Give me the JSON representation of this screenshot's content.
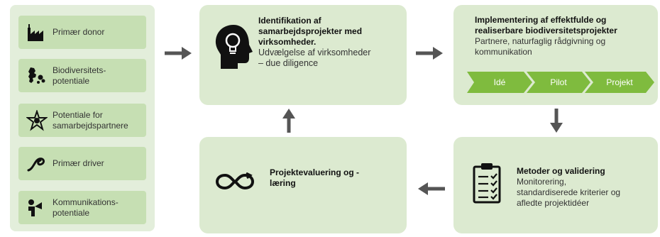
{
  "left_items": [
    {
      "label": "Primær donor",
      "icon": "factory-icon"
    },
    {
      "label": "Biodiversitets-\npotentiale",
      "icon": "denmark-map-icon"
    },
    {
      "label": "Potentiale for\nsamarbejdspartnere",
      "icon": "network-star-icon"
    },
    {
      "label": "Primær driver",
      "icon": "rope-icon"
    },
    {
      "label": "Kommunikations-\npotentiale",
      "icon": "speaker-icon"
    }
  ],
  "identify_box": {
    "title": "Identifikation af\nsamarbejdsprojekter med\nvirksomheder.",
    "body": "Udvælgelse af virksomheder\n– due diligence",
    "icon": "head-lightbulb-icon"
  },
  "implement_box": {
    "title": "Implementering af effektfulde og\nrealiserbare biodiversitetsprojekter",
    "body": "Partnere, naturfaglig rådgivning og\nkommunikation",
    "stages": [
      "Idé",
      "Pilot",
      "Projekt"
    ],
    "stage_color": "#7fbb3e"
  },
  "methods_box": {
    "title": "Metoder og validering",
    "body": "Monitorering,\nstandardiserede kriterier og\nafledte projektidéer",
    "icon": "clipboard-checklist-icon"
  },
  "evaluation_box": {
    "title": "Projektevaluering og -\nlæring",
    "icon": "infinity-loop-icon"
  },
  "colors": {
    "panel": "#dcead0",
    "left_item": "#c6dfb3",
    "arrow": "#555555"
  }
}
